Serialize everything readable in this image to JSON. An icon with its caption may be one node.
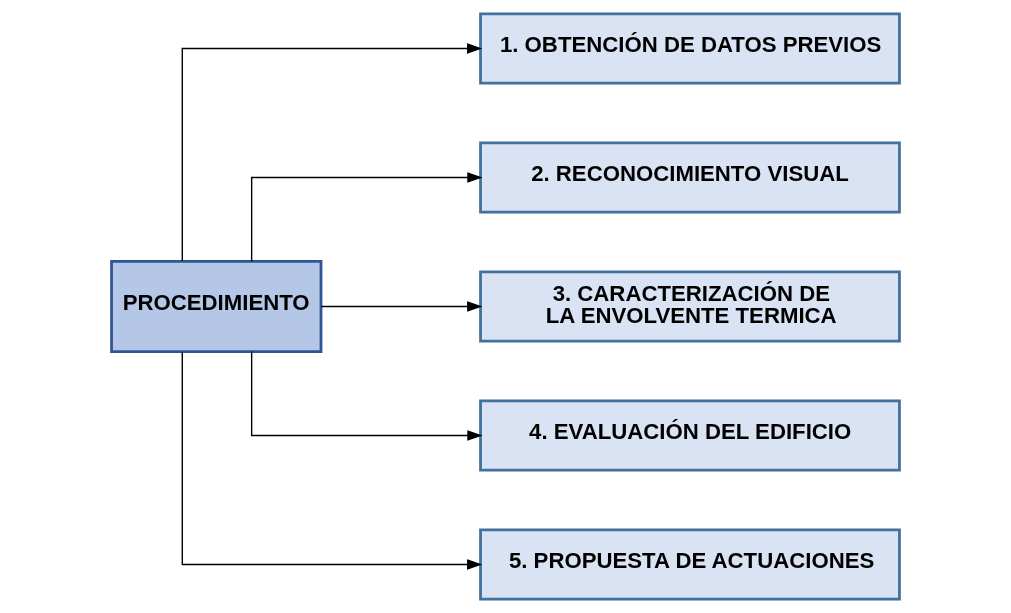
{
  "diagram": {
    "nodes": [
      {
        "text": [
          "PROCEDIMIENTO"
        ]
      },
      {
        "text": [
          "1. OBTENCIÓN DE DATOS PREVIOS"
        ]
      },
      {
        "text": [
          "2. RECONOCIMIENTO VISUAL"
        ]
      },
      {
        "text": [
          "3. CARACTERIZACIÓN DE LA ENVOLVENTE TERMICA"
        ]
      },
      {
        "text": [
          "4. EVALUACIÓN DEL EDIFICIO"
        ]
      },
      {
        "text": [
          "5. PROPUESTA DE ACTUACIONES"
        ]
      }
    ],
    "edges": [
      {
        "from": 0,
        "to": 1,
        "arrow": "to"
      },
      {
        "from": 0,
        "to": 2,
        "arrow": "to"
      },
      {
        "from": 0,
        "to": 3,
        "arrow": "to"
      },
      {
        "from": 0,
        "to": 4,
        "arrow": "to"
      },
      {
        "from": 0,
        "to": 5,
        "arrow": "to"
      }
    ]
  }
}
